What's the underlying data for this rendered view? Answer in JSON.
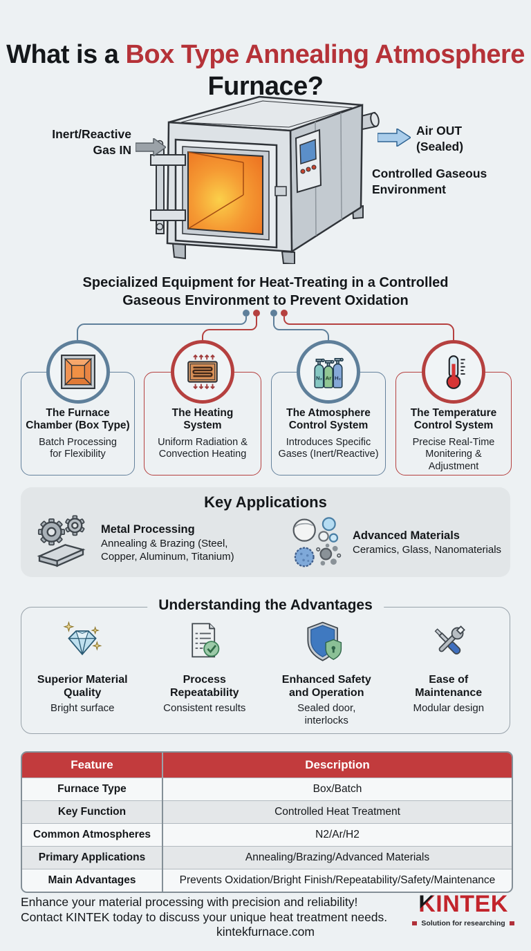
{
  "title": {
    "prefix": "What is a ",
    "highlight": "Box Type Annealing Atmosphere",
    "suffix": " Furnace?"
  },
  "diagram": {
    "gas_in_line1": "Inert/Reactive",
    "gas_in_line2": "Gas IN",
    "air_out_line1": "Air OUT",
    "air_out_line2": "(Sealed)",
    "environment_line1": "Controlled Gaseous",
    "environment_line2": "Environment"
  },
  "intro": {
    "line1": "Specialized Equipment for Heat-Treating in a Controlled",
    "line2": "Gaseous Environment to Prevent Oxidation"
  },
  "components": [
    {
      "title": "The Furnace Chamber (Box Type)",
      "desc": "Batch Processing for Flexibility",
      "icon": "furnace-chamber-icon",
      "accent": "#5e7f9a"
    },
    {
      "title": "The Heating System",
      "desc": "Uniform Radiation & Convection Heating",
      "icon": "heating-element-icon",
      "accent": "#b5403f"
    },
    {
      "title": "The Atmosphere Control System",
      "desc": "Introduces Specific Gases (Inert/Reactive)",
      "icon": "gas-cylinders-icon",
      "accent": "#5e7f9a"
    },
    {
      "title": "The Temperature Control System",
      "desc": "Precise Real-Time Monitering & Adjustment",
      "icon": "thermometer-icon",
      "accent": "#b5403f"
    }
  ],
  "gas_cylinders": [
    "N₂",
    "Ar",
    "H₂"
  ],
  "applications": {
    "title": "Key Applications",
    "items": [
      {
        "title": "Metal Processing",
        "desc": "Annealing & Brazing (Steel, Copper, Aluminum, Titanium)",
        "icon": "gears-metal-icon"
      },
      {
        "title": "Advanced Materials",
        "desc": "Ceramics, Glass, Nanomaterials",
        "icon": "materials-particles-icon"
      }
    ]
  },
  "advantages": {
    "title": "Understanding the Advantages",
    "items": [
      {
        "title": "Superior Material Quality",
        "desc": "Bright surface",
        "icon": "diamond-icon"
      },
      {
        "title": "Process Repeatability",
        "desc": "Consistent results",
        "icon": "checklist-icon"
      },
      {
        "title": "Enhanced Safety and Operation",
        "desc": "Sealed door, interlocks",
        "icon": "shield-icon"
      },
      {
        "title": "Ease of Maintenance",
        "desc": "Modular design",
        "icon": "tools-icon"
      }
    ]
  },
  "spec_table": {
    "headers": [
      "Feature",
      "Description"
    ],
    "rows": [
      [
        "Furnace Type",
        "Box/Batch"
      ],
      [
        "Key Function",
        "Controlled Heat Treatment"
      ],
      [
        "Common Atmospheres",
        "N2/Ar/H2"
      ],
      [
        "Primary Applications",
        "Annealing/Brazing/Advanced Materials"
      ],
      [
        "Main Advantages",
        "Prevents Oxidation/Bright Finish/Repeatability/Safety/Maintenance"
      ]
    ]
  },
  "footer": {
    "line1": "Enhance your material processing with precision and reliability!",
    "line2": "Contact KINTEK today to discuss your unique heat treatment needs.",
    "website": "kintekfurnace.com",
    "brand_k": "K",
    "brand_rest": "INTEK",
    "tagline": "Solution for researching"
  },
  "colors": {
    "background": "#edf1f3",
    "text": "#14171a",
    "title_red": "#b53238",
    "accent_blue": "#5e7f9a",
    "accent_red": "#b5403f",
    "table_header_red": "#c23b3d",
    "panel_gray": "#e2e6e8",
    "logo_red": "#c2242b"
  }
}
